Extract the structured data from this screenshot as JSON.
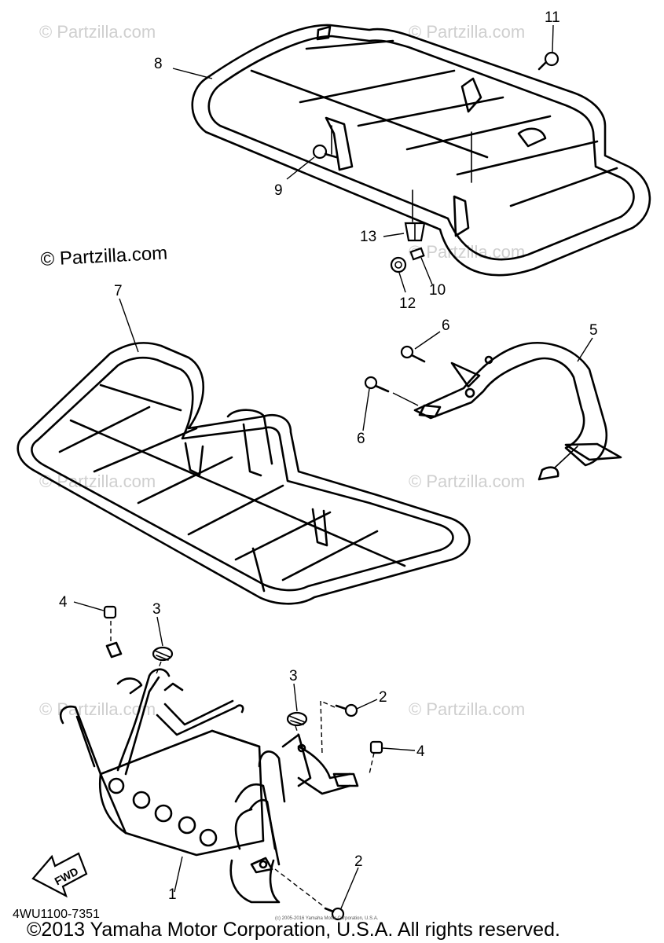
{
  "watermarks": {
    "small": "© Partzilla.com",
    "main": "© Partzilla.com"
  },
  "callouts": {
    "c1": "1",
    "c2a": "2",
    "c2b": "2",
    "c3a": "3",
    "c3b": "3",
    "c4a": "4",
    "c4b": "4",
    "c5": "5",
    "c6a": "6",
    "c6b": "6",
    "c7": "7",
    "c8": "8",
    "c9": "9",
    "c10": "10",
    "c11": "11",
    "c12": "12",
    "c13": "13"
  },
  "fwd_label": "FWD",
  "diagram_code": "4WU1100-7351",
  "tiny_notice": "(c) 2005-2016 Yamaha Motor Corporation, U.S.A.",
  "copyright": "©2013 Yamaha Motor Corporation, U.S.A. All rights reserved."
}
